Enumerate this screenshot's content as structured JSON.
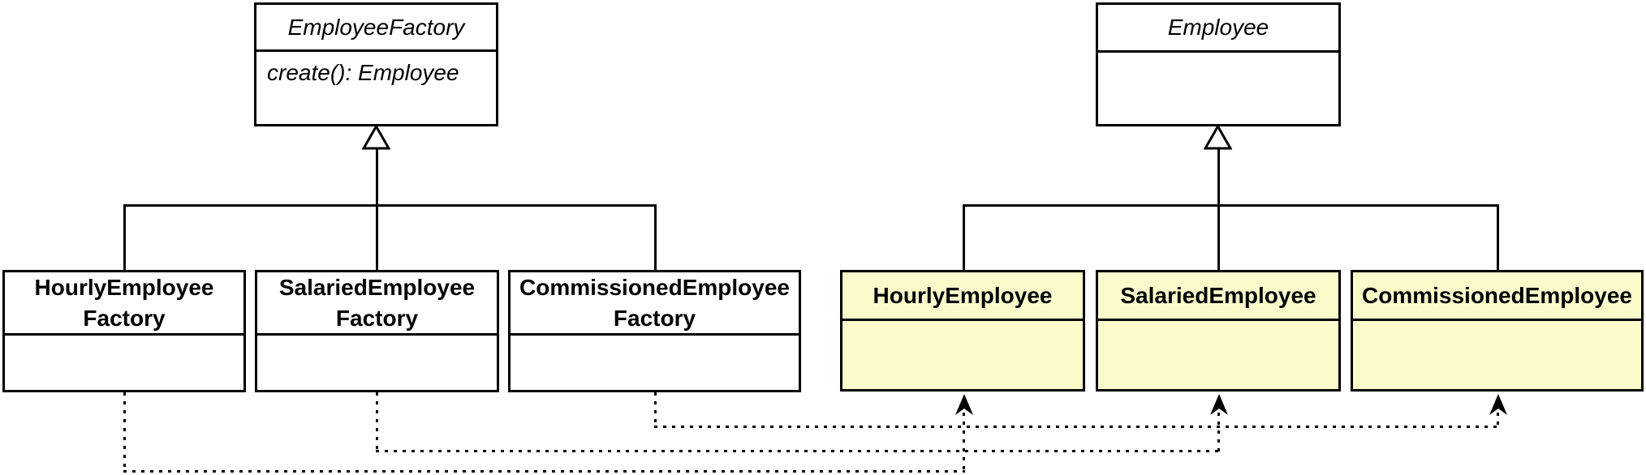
{
  "classes": {
    "employee_factory": {
      "name": "EmployeeFactory",
      "abstract": true,
      "method": "create(): Employee"
    },
    "employee": {
      "name": "Employee",
      "abstract": true
    },
    "hourly_employee_factory": {
      "name_line1": "HourlyEmployee",
      "name_line2": "Factory"
    },
    "salaried_employee_factory": {
      "name_line1": "SalariedEmployee",
      "name_line2": "Factory"
    },
    "commissioned_employee_factory": {
      "name_line1": "CommissionedEmployee",
      "name_line2": "Factory"
    },
    "hourly_employee": {
      "name": "HourlyEmployee"
    },
    "salaried_employee": {
      "name": "SalariedEmployee"
    },
    "commissioned_employee": {
      "name": "CommissionedEmployee"
    }
  },
  "colors": {
    "product_class_fill": "#FBFACB",
    "factory_class_fill": "#FFFFFF",
    "line": "#000000",
    "text": "#000000",
    "background": "#FFFFFF"
  },
  "relationships": {
    "generalizations": [
      {
        "from": "HourlyEmployeeFactory, SalariedEmployeeFactory, CommissionedEmployeeFactory",
        "to": "EmployeeFactory"
      },
      {
        "from": "HourlyEmployee, SalariedEmployee, CommissionedEmployee",
        "to": "Employee"
      }
    ],
    "dependencies": [
      {
        "from": "HourlyEmployeeFactory",
        "to": "HourlyEmployee"
      },
      {
        "from": "SalariedEmployeeFactory",
        "to": "SalariedEmployee"
      },
      {
        "from": "CommissionedEmployeeFactory",
        "to": "CommissionedEmployee"
      }
    ]
  }
}
